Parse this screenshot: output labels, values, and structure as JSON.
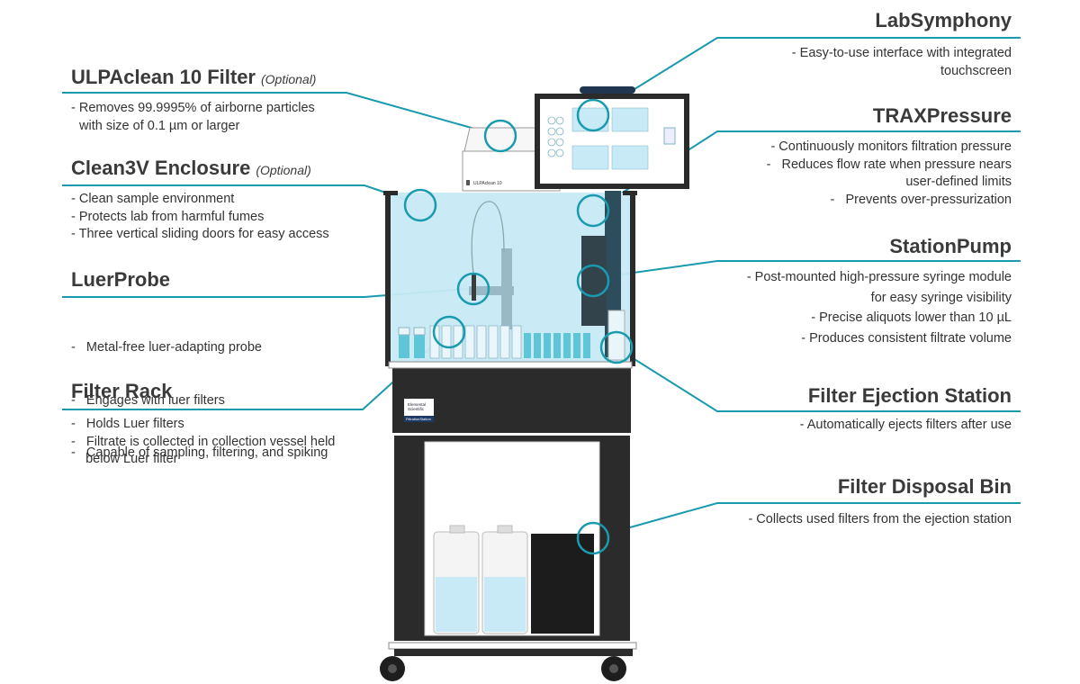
{
  "colors": {
    "accent": "#1a9aae",
    "enclosure_fill": "#c7eaf6",
    "cabinet": "#2b2b2b",
    "liquid": "#5fc6d8"
  },
  "labels": {
    "ulpa": {
      "title": "ULPAclean 10 Filter",
      "optional": "(Optional)",
      "bullets": [
        "- Removes 99.9995% of airborne particles",
        "  with size of 0.1 µm or larger"
      ]
    },
    "clean3v": {
      "title": "Clean3V Enclosure",
      "optional": "(Optional)",
      "bullets": [
        "- Clean sample environment",
        "- Protects lab from harmful fumes",
        "- Three vertical sliding doors for easy access"
      ]
    },
    "luerprobe": {
      "title": "LuerProbe",
      "bullets": [
        "-   Metal-free luer-adapting probe",
        "-   Engages with luer filters",
        "-   Capable of sampling, filtering, and spiking"
      ]
    },
    "filterrack": {
      "title": "Filter Rack",
      "bullets": [
        "-   Holds Luer filters",
        "-   Filtrate is collected in collection vessel held",
        "    below Luer filter"
      ]
    },
    "labsymphony": {
      "title": "LabSymphony",
      "bullets": [
        "- Easy-to-use interface with integrated",
        "touchscreen"
      ]
    },
    "traxpressure": {
      "title": "TRAXPressure",
      "bullets": [
        "- Continuously monitors filtration pressure",
        "-   Reduces flow rate when pressure nears",
        "user-defined limits",
        "-   Prevents over-pressurization"
      ]
    },
    "stationpump": {
      "title": "StationPump",
      "bullets": [
        "- Post-mounted high-pressure syringe module",
        "for easy syringe visibility",
        "- Precise aliquots lower than 10 µL",
        "- Produces consistent filtrate volume"
      ]
    },
    "ejection": {
      "title": "Filter Ejection Station",
      "bullets": [
        "- Automatically ejects filters after use"
      ]
    },
    "disposal": {
      "title": "Filter Disposal Bin",
      "bullets": [
        "- Collects used filters from the ejection station"
      ]
    }
  },
  "device": {
    "ulpa_unit_label": "ULPAclean 10",
    "brand_label_1": "Elemental",
    "brand_label_2": "Scientific",
    "brand_label_3": "FiltrationStation"
  }
}
